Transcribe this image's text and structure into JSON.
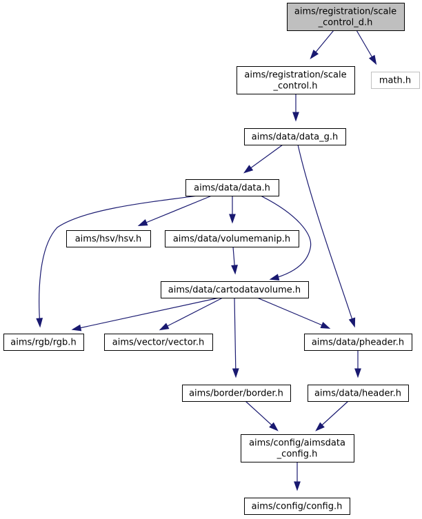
{
  "diagram": {
    "nodes": [
      {
        "id": "scale_control_d",
        "lines": [
          "aims/registration/scale",
          "_control_d.h"
        ],
        "style": "focus"
      },
      {
        "id": "scale_control",
        "lines": [
          "aims/registration/scale",
          "_control.h"
        ],
        "style": "normal"
      },
      {
        "id": "math",
        "lines": [
          "math.h"
        ],
        "style": "external"
      },
      {
        "id": "data_g",
        "lines": [
          "aims/data/data_g.h"
        ],
        "style": "normal"
      },
      {
        "id": "data",
        "lines": [
          "aims/data/data.h"
        ],
        "style": "normal"
      },
      {
        "id": "hsv",
        "lines": [
          "aims/hsv/hsv.h"
        ],
        "style": "normal"
      },
      {
        "id": "volumemanip",
        "lines": [
          "aims/data/volumemanip.h"
        ],
        "style": "normal"
      },
      {
        "id": "cartodatavolume",
        "lines": [
          "aims/data/cartodatavolume.h"
        ],
        "style": "normal"
      },
      {
        "id": "rgb",
        "lines": [
          "aims/rgb/rgb.h"
        ],
        "style": "normal"
      },
      {
        "id": "vector",
        "lines": [
          "aims/vector/vector.h"
        ],
        "style": "normal"
      },
      {
        "id": "pheader",
        "lines": [
          "aims/data/pheader.h"
        ],
        "style": "normal"
      },
      {
        "id": "border",
        "lines": [
          "aims/border/border.h"
        ],
        "style": "normal"
      },
      {
        "id": "header",
        "lines": [
          "aims/data/header.h"
        ],
        "style": "normal"
      },
      {
        "id": "aimsdata_config",
        "lines": [
          "aims/config/aimsdata",
          "_config.h"
        ],
        "style": "normal"
      },
      {
        "id": "config",
        "lines": [
          "aims/config/config.h"
        ],
        "style": "normal"
      }
    ],
    "edges": [
      {
        "from": "scale_control_d",
        "to": "scale_control"
      },
      {
        "from": "scale_control_d",
        "to": "math"
      },
      {
        "from": "scale_control",
        "to": "data_g"
      },
      {
        "from": "data_g",
        "to": "data"
      },
      {
        "from": "data_g",
        "to": "pheader"
      },
      {
        "from": "data",
        "to": "rgb"
      },
      {
        "from": "data",
        "to": "hsv"
      },
      {
        "from": "data",
        "to": "volumemanip"
      },
      {
        "from": "data",
        "to": "cartodatavolume"
      },
      {
        "from": "volumemanip",
        "to": "cartodatavolume"
      },
      {
        "from": "cartodatavolume",
        "to": "rgb"
      },
      {
        "from": "cartodatavolume",
        "to": "vector"
      },
      {
        "from": "cartodatavolume",
        "to": "pheader"
      },
      {
        "from": "cartodatavolume",
        "to": "border"
      },
      {
        "from": "pheader",
        "to": "header"
      },
      {
        "from": "border",
        "to": "aimsdata_config"
      },
      {
        "from": "header",
        "to": "aimsdata_config"
      },
      {
        "from": "aimsdata_config",
        "to": "config"
      }
    ],
    "colors": {
      "edge": "#191970",
      "focus_fill": "#bfbfbf",
      "node_border": "#000000",
      "external_border": "#bfbfbf",
      "node_fill": "#ffffff"
    }
  }
}
